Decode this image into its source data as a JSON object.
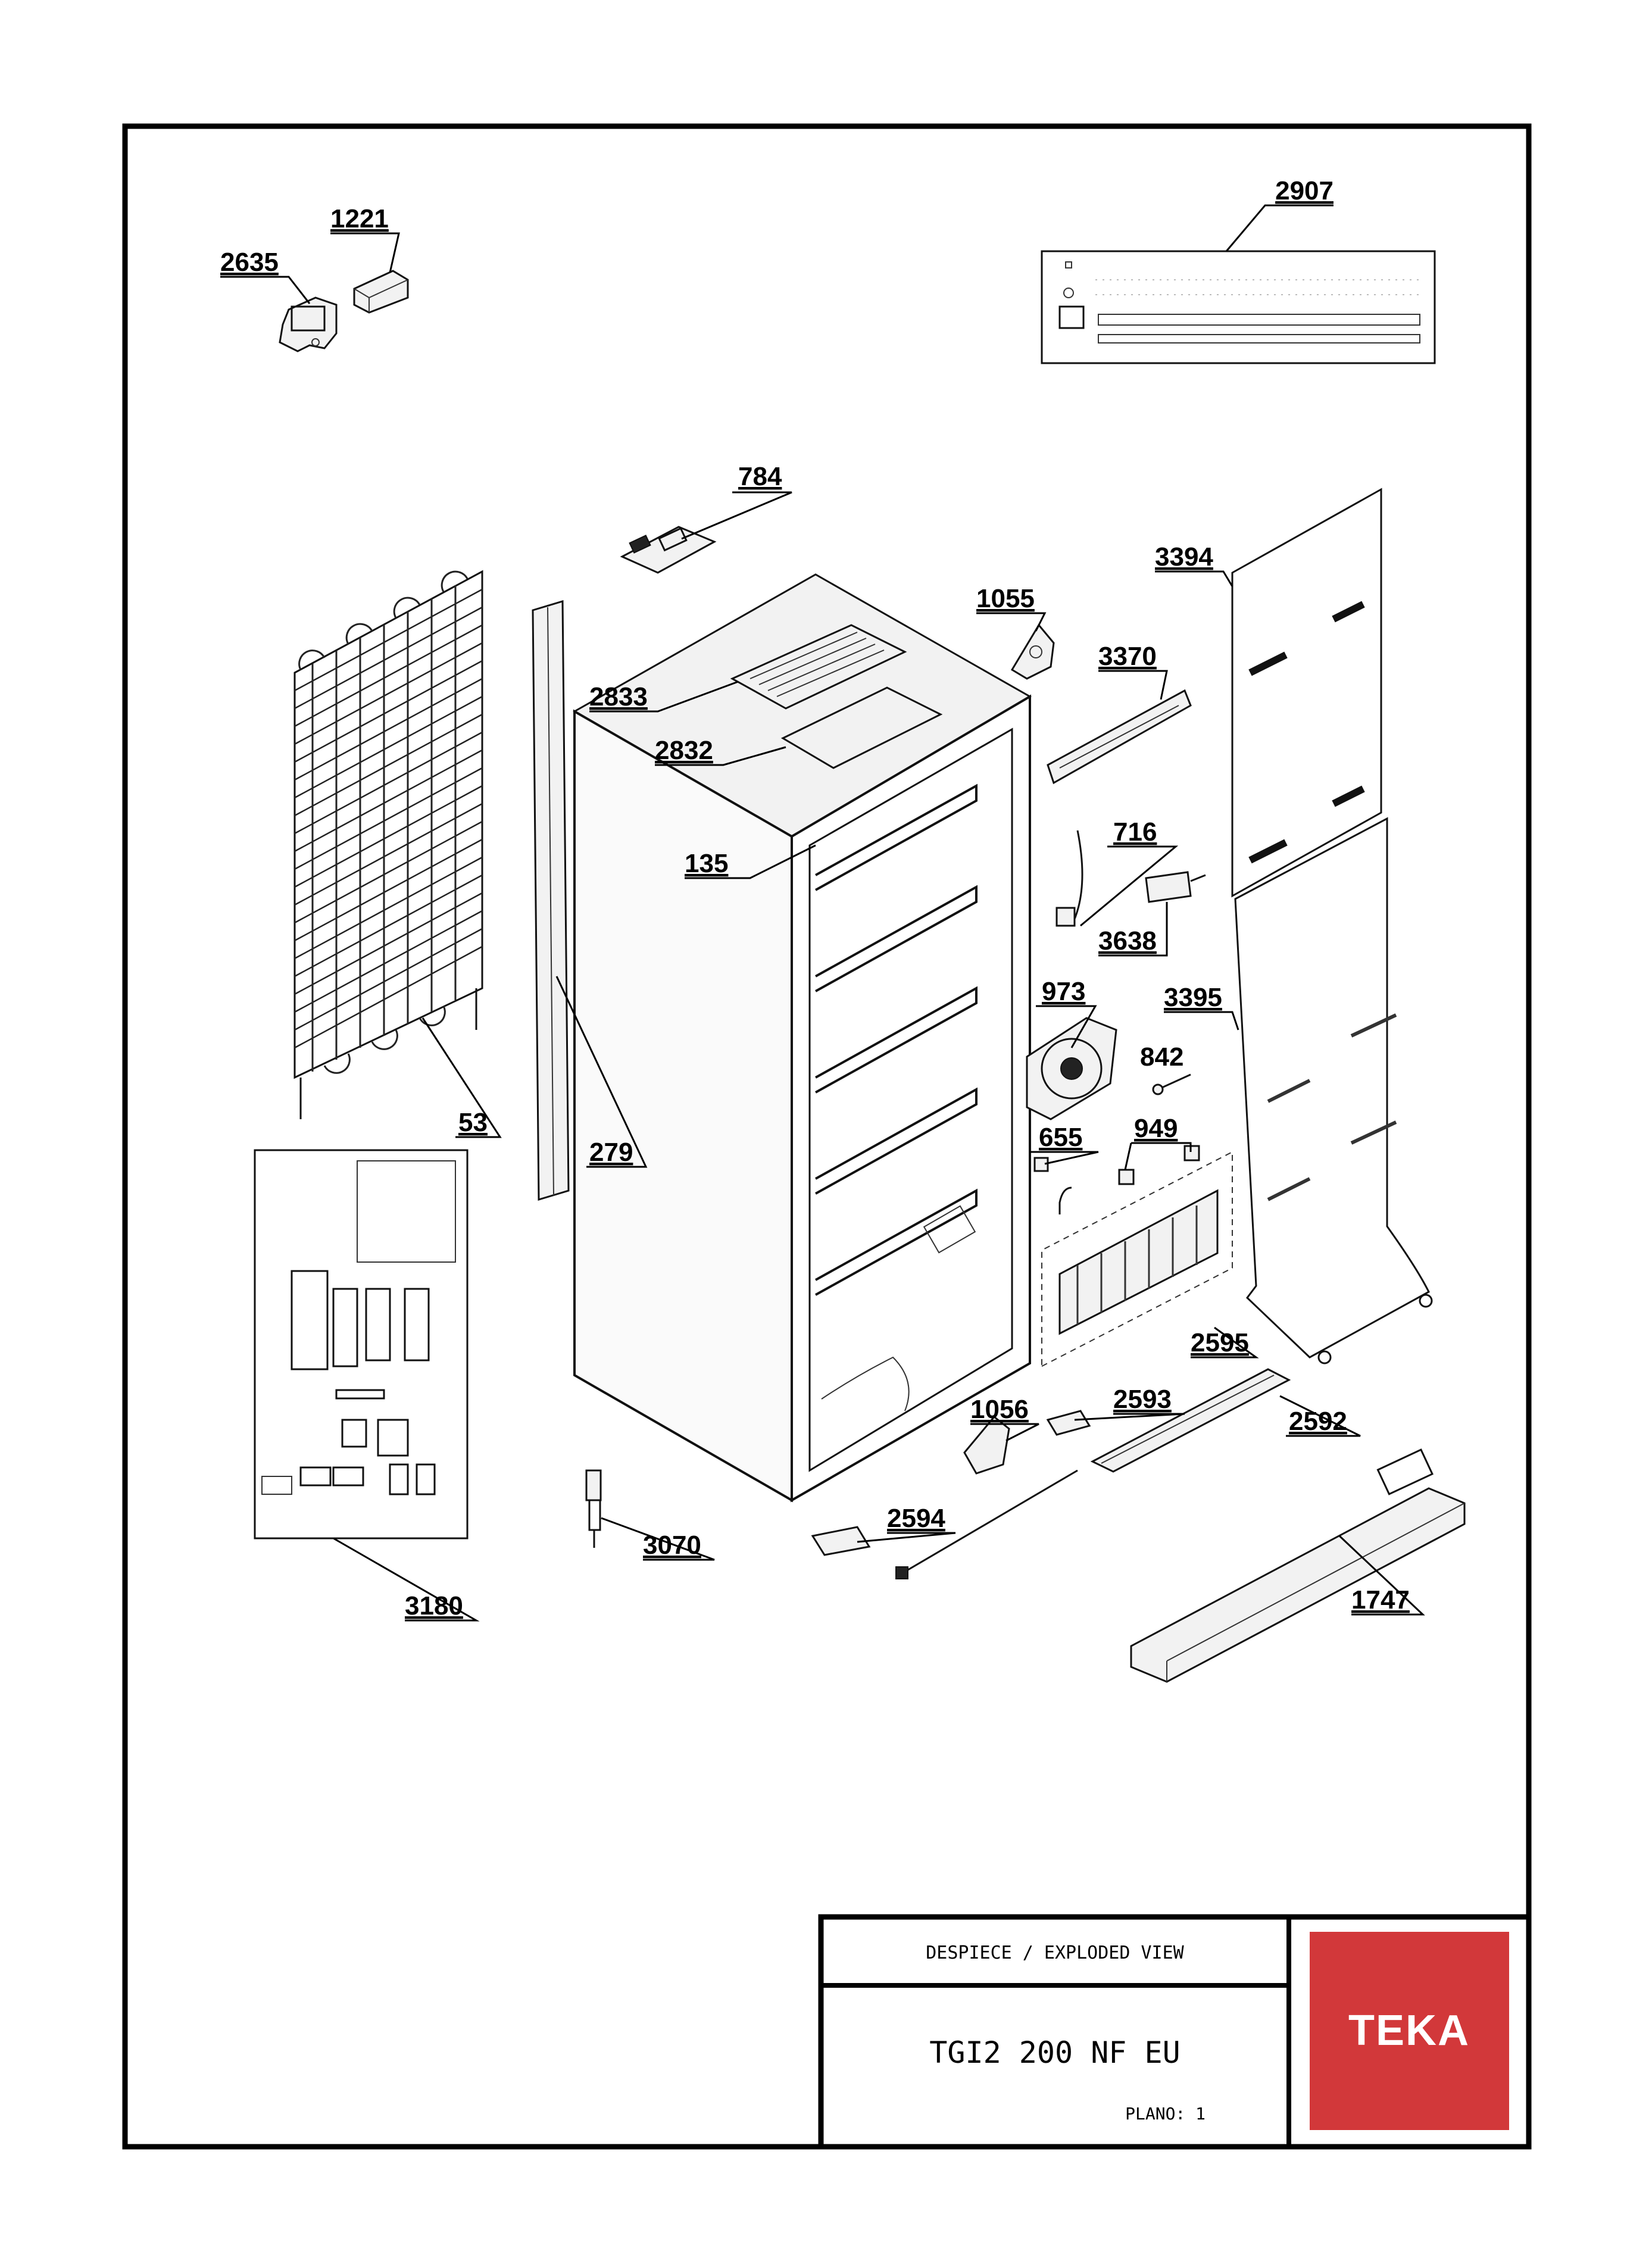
{
  "title_block": {
    "view_label": "DESPIECE / EXPLODED VIEW",
    "model": "TGI2 200 NF EU",
    "sheet": "PLANO: 1",
    "brand": "TEKA",
    "brand_color": "#d2383a"
  },
  "callouts": [
    {
      "id": "c2907",
      "label": "2907"
    },
    {
      "id": "c1221",
      "label": "1221"
    },
    {
      "id": "c2635",
      "label": "2635"
    },
    {
      "id": "c784",
      "label": "784"
    },
    {
      "id": "c3394",
      "label": "3394"
    },
    {
      "id": "c1055",
      "label": "1055"
    },
    {
      "id": "c3370",
      "label": "3370"
    },
    {
      "id": "c2833",
      "label": "2833"
    },
    {
      "id": "c2832",
      "label": "2832"
    },
    {
      "id": "c716",
      "label": "716"
    },
    {
      "id": "c135",
      "label": "135"
    },
    {
      "id": "c3638",
      "label": "3638"
    },
    {
      "id": "c973",
      "label": "973"
    },
    {
      "id": "c3395",
      "label": "3395"
    },
    {
      "id": "c842",
      "label": "842"
    },
    {
      "id": "c655",
      "label": "655"
    },
    {
      "id": "c949",
      "label": "949"
    },
    {
      "id": "c53",
      "label": "53"
    },
    {
      "id": "c279",
      "label": "279"
    },
    {
      "id": "c2595",
      "label": "2595"
    },
    {
      "id": "c2593",
      "label": "2593"
    },
    {
      "id": "c1056",
      "label": "1056"
    },
    {
      "id": "c2592",
      "label": "2592"
    },
    {
      "id": "c2594",
      "label": "2594"
    },
    {
      "id": "c3070",
      "label": "3070"
    },
    {
      "id": "c1747",
      "label": "1747"
    },
    {
      "id": "c3180",
      "label": "3180"
    }
  ]
}
